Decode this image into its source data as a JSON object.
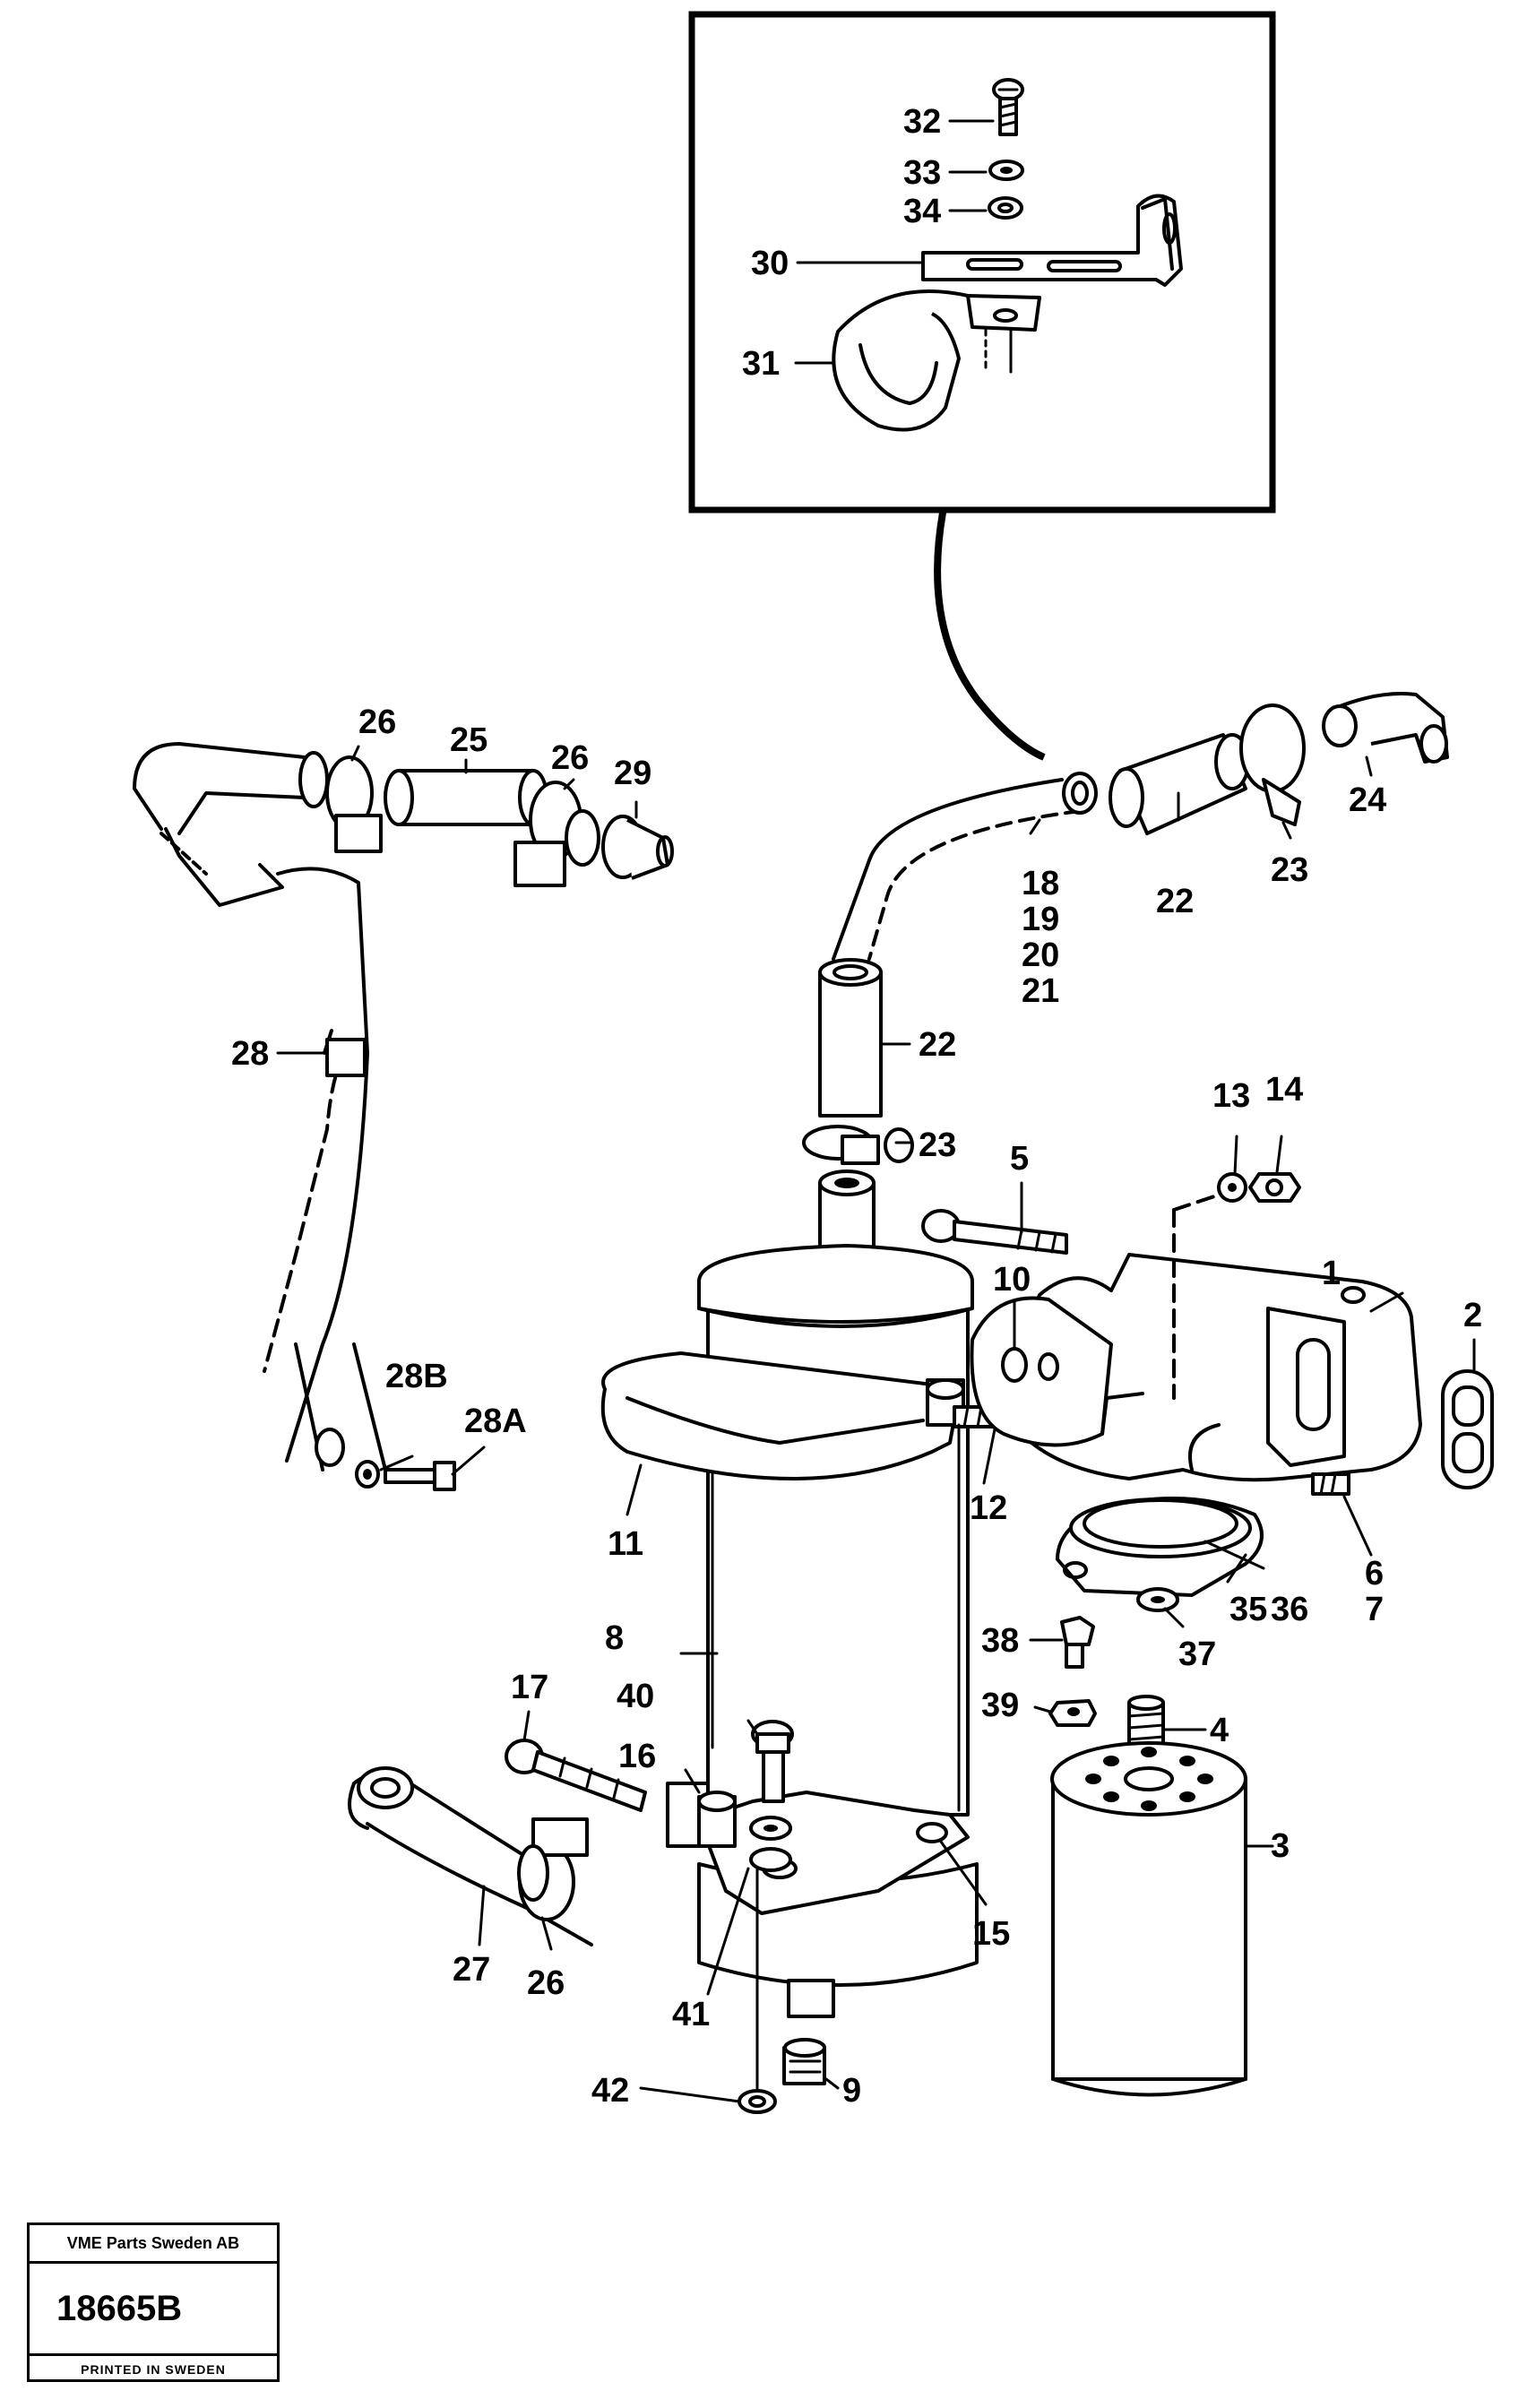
{
  "title_block": {
    "company": "VME Parts Sweden AB",
    "drawing_number": "18665B",
    "printed": "PRINTED IN SWEDEN"
  },
  "callouts": [
    {
      "id": "c1",
      "label": "1"
    },
    {
      "id": "c2",
      "label": "2"
    },
    {
      "id": "c3",
      "label": "3"
    },
    {
      "id": "c4",
      "label": "4"
    },
    {
      "id": "c5",
      "label": "5"
    },
    {
      "id": "c6",
      "label": "6"
    },
    {
      "id": "c7",
      "label": "7"
    },
    {
      "id": "c8",
      "label": "8"
    },
    {
      "id": "c9",
      "label": "9"
    },
    {
      "id": "c10",
      "label": "10"
    },
    {
      "id": "c11",
      "label": "11"
    },
    {
      "id": "c12",
      "label": "12"
    },
    {
      "id": "c13",
      "label": "13"
    },
    {
      "id": "c14",
      "label": "14"
    },
    {
      "id": "c15",
      "label": "15"
    },
    {
      "id": "c16",
      "label": "16"
    },
    {
      "id": "c17",
      "label": "17"
    },
    {
      "id": "c18",
      "label": "18"
    },
    {
      "id": "c19",
      "label": "19"
    },
    {
      "id": "c20",
      "label": "20"
    },
    {
      "id": "c21",
      "label": "21"
    },
    {
      "id": "c22a",
      "label": "22"
    },
    {
      "id": "c22b",
      "label": "22"
    },
    {
      "id": "c23a",
      "label": "23"
    },
    {
      "id": "c23b",
      "label": "23"
    },
    {
      "id": "c24",
      "label": "24"
    },
    {
      "id": "c25",
      "label": "25"
    },
    {
      "id": "c26a",
      "label": "26"
    },
    {
      "id": "c26b",
      "label": "26"
    },
    {
      "id": "c26c",
      "label": "26"
    },
    {
      "id": "c27",
      "label": "27"
    },
    {
      "id": "c28",
      "label": "28"
    },
    {
      "id": "c28a",
      "label": "28A"
    },
    {
      "id": "c28b",
      "label": "28B"
    },
    {
      "id": "c29",
      "label": "29"
    },
    {
      "id": "c30",
      "label": "30"
    },
    {
      "id": "c31",
      "label": "31"
    },
    {
      "id": "c32",
      "label": "32"
    },
    {
      "id": "c33",
      "label": "33"
    },
    {
      "id": "c34",
      "label": "34"
    },
    {
      "id": "c35",
      "label": "35"
    },
    {
      "id": "c36",
      "label": "36"
    },
    {
      "id": "c37",
      "label": "37"
    },
    {
      "id": "c38",
      "label": "38"
    },
    {
      "id": "c39",
      "label": "39"
    },
    {
      "id": "c40",
      "label": "40"
    },
    {
      "id": "c41",
      "label": "41"
    },
    {
      "id": "c42",
      "label": "42"
    }
  ]
}
